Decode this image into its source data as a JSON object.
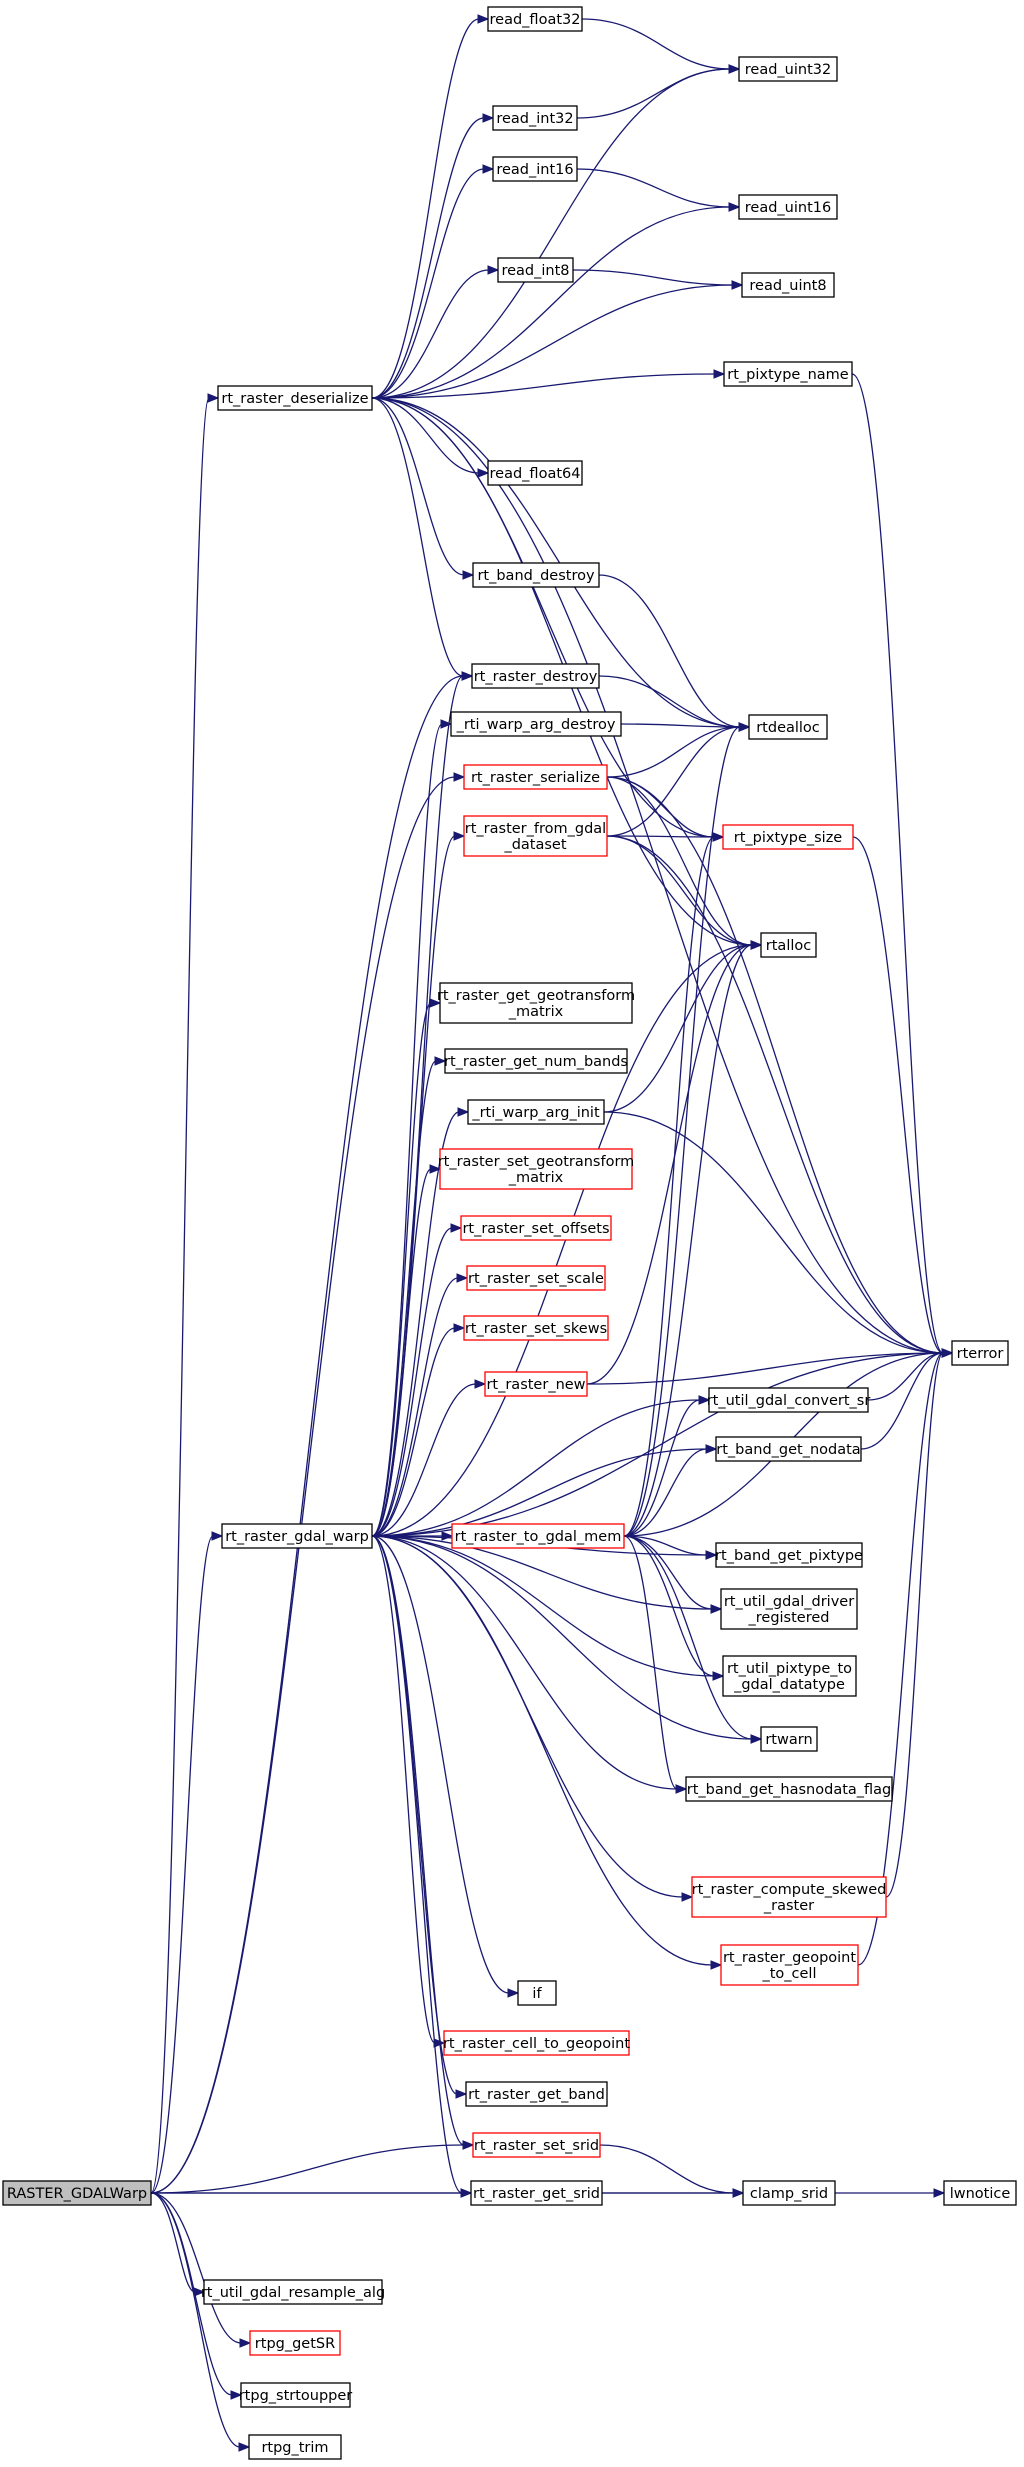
{
  "nodes": [
    {
      "id": "RASTER_GDALWarp",
      "lines": [
        "RASTER_GDALWarp"
      ],
      "style": "root"
    },
    {
      "id": "rt_raster_deserialize",
      "lines": [
        "rt_raster_deserialize"
      ],
      "style": "black"
    },
    {
      "id": "rt_raster_gdal_warp",
      "lines": [
        "rt_raster_gdal_warp"
      ],
      "style": "black"
    },
    {
      "id": "read_float32",
      "lines": [
        "read_float32"
      ],
      "style": "black"
    },
    {
      "id": "read_uint32",
      "lines": [
        "read_uint32"
      ],
      "style": "black"
    },
    {
      "id": "read_int32",
      "lines": [
        "read_int32"
      ],
      "style": "black"
    },
    {
      "id": "read_int16",
      "lines": [
        "read_int16"
      ],
      "style": "black"
    },
    {
      "id": "read_uint16",
      "lines": [
        "read_uint16"
      ],
      "style": "black"
    },
    {
      "id": "read_int8",
      "lines": [
        "read_int8"
      ],
      "style": "black"
    },
    {
      "id": "read_uint8",
      "lines": [
        "read_uint8"
      ],
      "style": "black"
    },
    {
      "id": "rt_pixtype_name",
      "lines": [
        "rt_pixtype_name"
      ],
      "style": "black"
    },
    {
      "id": "read_float64",
      "lines": [
        "read_float64"
      ],
      "style": "black"
    },
    {
      "id": "rt_band_destroy",
      "lines": [
        "rt_band_destroy"
      ],
      "style": "black"
    },
    {
      "id": "rt_raster_destroy",
      "lines": [
        "rt_raster_destroy"
      ],
      "style": "black"
    },
    {
      "id": "_rti_warp_arg_destroy",
      "lines": [
        "_rti_warp_arg_destroy"
      ],
      "style": "black"
    },
    {
      "id": "rtdealloc",
      "lines": [
        "rtdealloc"
      ],
      "style": "black"
    },
    {
      "id": "rt_raster_serialize",
      "lines": [
        "rt_raster_serialize"
      ],
      "style": "red"
    },
    {
      "id": "rt_raster_from_gdal_dataset",
      "lines": [
        "rt_raster_from_gdal",
        "_dataset"
      ],
      "style": "red"
    },
    {
      "id": "rt_pixtype_size",
      "lines": [
        "rt_pixtype_size"
      ],
      "style": "red"
    },
    {
      "id": "rtalloc",
      "lines": [
        "rtalloc"
      ],
      "style": "black"
    },
    {
      "id": "rt_raster_get_geotransform_matrix",
      "lines": [
        "rt_raster_get_geotransform",
        "_matrix"
      ],
      "style": "black"
    },
    {
      "id": "rt_raster_get_num_bands",
      "lines": [
        "rt_raster_get_num_bands"
      ],
      "style": "black"
    },
    {
      "id": "_rti_warp_arg_init",
      "lines": [
        "_rti_warp_arg_init"
      ],
      "style": "black"
    },
    {
      "id": "rt_raster_set_geotransform_matrix",
      "lines": [
        "rt_raster_set_geotransform",
        "_matrix"
      ],
      "style": "red"
    },
    {
      "id": "rt_raster_set_offsets",
      "lines": [
        "rt_raster_set_offsets"
      ],
      "style": "red"
    },
    {
      "id": "rt_raster_set_scale",
      "lines": [
        "rt_raster_set_scale"
      ],
      "style": "red"
    },
    {
      "id": "rt_raster_set_skews",
      "lines": [
        "rt_raster_set_skews"
      ],
      "style": "red"
    },
    {
      "id": "rt_raster_new",
      "lines": [
        "rt_raster_new"
      ],
      "style": "red"
    },
    {
      "id": "rterror",
      "lines": [
        "rterror"
      ],
      "style": "black"
    },
    {
      "id": "rt_util_gdal_convert_sr",
      "lines": [
        "rt_util_gdal_convert_sr"
      ],
      "style": "black"
    },
    {
      "id": "rt_band_get_nodata",
      "lines": [
        "rt_band_get_nodata"
      ],
      "style": "black"
    },
    {
      "id": "rt_raster_to_gdal_mem",
      "lines": [
        "rt_raster_to_gdal_mem"
      ],
      "style": "red"
    },
    {
      "id": "rt_band_get_pixtype",
      "lines": [
        "rt_band_get_pixtype"
      ],
      "style": "black"
    },
    {
      "id": "rt_util_gdal_driver_registered",
      "lines": [
        "rt_util_gdal_driver",
        "_registered"
      ],
      "style": "black"
    },
    {
      "id": "rt_util_pixtype_to_gdal_datatype",
      "lines": [
        "rt_util_pixtype_to",
        "_gdal_datatype"
      ],
      "style": "black"
    },
    {
      "id": "rtwarn",
      "lines": [
        "rtwarn"
      ],
      "style": "black"
    },
    {
      "id": "rt_band_get_hasnodata_flag",
      "lines": [
        "rt_band_get_hasnodata_flag"
      ],
      "style": "black"
    },
    {
      "id": "rt_raster_compute_skewed_raster",
      "lines": [
        "rt_raster_compute_skewed",
        "_raster"
      ],
      "style": "red"
    },
    {
      "id": "rt_raster_geopoint_to_cell",
      "lines": [
        "rt_raster_geopoint",
        "_to_cell"
      ],
      "style": "red"
    },
    {
      "id": "if",
      "lines": [
        "if"
      ],
      "style": "black"
    },
    {
      "id": "rt_raster_cell_to_geopoint",
      "lines": [
        "rt_raster_cell_to_geopoint"
      ],
      "style": "red"
    },
    {
      "id": "rt_raster_get_band",
      "lines": [
        "rt_raster_get_band"
      ],
      "style": "black"
    },
    {
      "id": "rt_raster_set_srid",
      "lines": [
        "rt_raster_set_srid"
      ],
      "style": "red"
    },
    {
      "id": "rt_raster_get_srid",
      "lines": [
        "rt_raster_get_srid"
      ],
      "style": "black"
    },
    {
      "id": "clamp_srid",
      "lines": [
        "clamp_srid"
      ],
      "style": "black"
    },
    {
      "id": "lwnotice",
      "lines": [
        "lwnotice"
      ],
      "style": "black"
    },
    {
      "id": "rt_util_gdal_resample_alg",
      "lines": [
        "rt_util_gdal_resample_alg"
      ],
      "style": "black"
    },
    {
      "id": "rtpg_getSR",
      "lines": [
        "rtpg_getSR"
      ],
      "style": "red"
    },
    {
      "id": "rtpg_strtoupper",
      "lines": [
        "rtpg_strtoupper"
      ],
      "style": "black"
    },
    {
      "id": "rtpg_trim",
      "lines": [
        "rtpg_trim"
      ],
      "style": "black"
    }
  ],
  "edges": [
    [
      "RASTER_GDALWarp",
      "rt_raster_deserialize"
    ],
    [
      "RASTER_GDALWarp",
      "rt_raster_gdal_warp"
    ],
    [
      "RASTER_GDALWarp",
      "rt_raster_destroy"
    ],
    [
      "RASTER_GDALWarp",
      "rt_raster_serialize"
    ],
    [
      "RASTER_GDALWarp",
      "rt_raster_set_srid"
    ],
    [
      "RASTER_GDALWarp",
      "rt_raster_get_srid"
    ],
    [
      "RASTER_GDALWarp",
      "clamp_srid"
    ],
    [
      "RASTER_GDALWarp",
      "rt_util_gdal_resample_alg"
    ],
    [
      "RASTER_GDALWarp",
      "rtpg_getSR"
    ],
    [
      "RASTER_GDALWarp",
      "rtpg_strtoupper"
    ],
    [
      "RASTER_GDALWarp",
      "rtpg_trim"
    ],
    [
      "rt_raster_deserialize",
      "read_float32"
    ],
    [
      "rt_raster_deserialize",
      "read_uint32"
    ],
    [
      "rt_raster_deserialize",
      "read_int32"
    ],
    [
      "rt_raster_deserialize",
      "read_int16"
    ],
    [
      "rt_raster_deserialize",
      "read_uint16"
    ],
    [
      "rt_raster_deserialize",
      "read_int8"
    ],
    [
      "rt_raster_deserialize",
      "read_uint8"
    ],
    [
      "rt_raster_deserialize",
      "rt_pixtype_name"
    ],
    [
      "rt_raster_deserialize",
      "read_float64"
    ],
    [
      "rt_raster_deserialize",
      "rt_band_destroy"
    ],
    [
      "rt_raster_deserialize",
      "rt_raster_destroy"
    ],
    [
      "rt_raster_deserialize",
      "rtdealloc"
    ],
    [
      "rt_raster_deserialize",
      "rt_pixtype_size"
    ],
    [
      "rt_raster_deserialize",
      "rtalloc"
    ],
    [
      "rt_raster_deserialize",
      "rterror"
    ],
    [
      "read_float32",
      "read_uint32"
    ],
    [
      "read_int32",
      "read_uint32"
    ],
    [
      "read_int16",
      "read_uint16"
    ],
    [
      "read_int8",
      "read_uint8"
    ],
    [
      "rt_pixtype_name",
      "rterror"
    ],
    [
      "rt_band_destroy",
      "rtdealloc"
    ],
    [
      "rt_raster_destroy",
      "rtdealloc"
    ],
    [
      "_rti_warp_arg_destroy",
      "rtdealloc"
    ],
    [
      "rt_raster_serialize",
      "rtdealloc"
    ],
    [
      "rt_raster_serialize",
      "rt_pixtype_size"
    ],
    [
      "rt_raster_serialize",
      "rtalloc"
    ],
    [
      "rt_raster_serialize",
      "rterror"
    ],
    [
      "rt_raster_from_gdal_dataset",
      "rtdealloc"
    ],
    [
      "rt_raster_from_gdal_dataset",
      "rt_pixtype_size"
    ],
    [
      "rt_raster_from_gdal_dataset",
      "rtalloc"
    ],
    [
      "rt_raster_from_gdal_dataset",
      "rterror"
    ],
    [
      "rt_pixtype_size",
      "rterror"
    ],
    [
      "_rti_warp_arg_init",
      "rtalloc"
    ],
    [
      "_rti_warp_arg_init",
      "rterror"
    ],
    [
      "rt_raster_new",
      "rtalloc"
    ],
    [
      "rt_raster_new",
      "rterror"
    ],
    [
      "rt_raster_gdal_warp",
      "rt_raster_destroy"
    ],
    [
      "rt_raster_gdal_warp",
      "_rti_warp_arg_destroy"
    ],
    [
      "rt_raster_gdal_warp",
      "rt_raster_from_gdal_dataset"
    ],
    [
      "rt_raster_gdal_warp",
      "rtalloc"
    ],
    [
      "rt_raster_gdal_warp",
      "rt_raster_get_geotransform_matrix"
    ],
    [
      "rt_raster_gdal_warp",
      "rt_raster_get_num_bands"
    ],
    [
      "rt_raster_gdal_warp",
      "_rti_warp_arg_init"
    ],
    [
      "rt_raster_gdal_warp",
      "rt_raster_set_geotransform_matrix"
    ],
    [
      "rt_raster_gdal_warp",
      "rt_raster_set_offsets"
    ],
    [
      "rt_raster_gdal_warp",
      "rt_raster_set_scale"
    ],
    [
      "rt_raster_gdal_warp",
      "rt_raster_set_skews"
    ],
    [
      "rt_raster_gdal_warp",
      "rt_raster_new"
    ],
    [
      "rt_raster_gdal_warp",
      "rt_util_gdal_convert_sr"
    ],
    [
      "rt_raster_gdal_warp",
      "rt_band_get_nodata"
    ],
    [
      "rt_raster_gdal_warp",
      "rt_raster_to_gdal_mem"
    ],
    [
      "rt_raster_gdal_warp",
      "rt_band_get_pixtype"
    ],
    [
      "rt_raster_gdal_warp",
      "rt_util_gdal_driver_registered"
    ],
    [
      "rt_raster_gdal_warp",
      "rt_util_pixtype_to_gdal_datatype"
    ],
    [
      "rt_raster_gdal_warp",
      "rtwarn"
    ],
    [
      "rt_raster_gdal_warp",
      "rt_band_get_hasnodata_flag"
    ],
    [
      "rt_raster_gdal_warp",
      "rterror"
    ],
    [
      "rt_raster_gdal_warp",
      "rt_raster_compute_skewed_raster"
    ],
    [
      "rt_raster_gdal_warp",
      "rt_raster_geopoint_to_cell"
    ],
    [
      "rt_raster_gdal_warp",
      "if"
    ],
    [
      "rt_raster_gdal_warp",
      "rt_raster_cell_to_geopoint"
    ],
    [
      "rt_raster_gdal_warp",
      "rt_raster_get_band"
    ],
    [
      "rt_raster_gdal_warp",
      "rt_raster_set_srid"
    ],
    [
      "rt_raster_gdal_warp",
      "rt_raster_get_srid"
    ],
    [
      "rt_util_gdal_convert_sr",
      "rterror"
    ],
    [
      "rt_band_get_nodata",
      "rterror"
    ],
    [
      "rt_raster_to_gdal_mem",
      "rt_pixtype_size"
    ],
    [
      "rt_raster_to_gdal_mem",
      "rtalloc"
    ],
    [
      "rt_raster_to_gdal_mem",
      "rtdealloc"
    ],
    [
      "rt_raster_to_gdal_mem",
      "rt_util_gdal_convert_sr"
    ],
    [
      "rt_raster_to_gdal_mem",
      "rt_band_get_nodata"
    ],
    [
      "rt_raster_to_gdal_mem",
      "rt_band_get_pixtype"
    ],
    [
      "rt_raster_to_gdal_mem",
      "rt_util_gdal_driver_registered"
    ],
    [
      "rt_raster_to_gdal_mem",
      "rt_util_pixtype_to_gdal_datatype"
    ],
    [
      "rt_raster_to_gdal_mem",
      "rtwarn"
    ],
    [
      "rt_raster_to_gdal_mem",
      "rt_band_get_hasnodata_flag"
    ],
    [
      "rt_raster_to_gdal_mem",
      "rterror"
    ],
    [
      "rt_raster_compute_skewed_raster",
      "rterror"
    ],
    [
      "rt_raster_geopoint_to_cell",
      "rterror"
    ],
    [
      "rt_raster_set_srid",
      "clamp_srid"
    ],
    [
      "rt_raster_get_srid",
      "clamp_srid"
    ],
    [
      "clamp_srid",
      "lwnotice"
    ]
  ]
}
